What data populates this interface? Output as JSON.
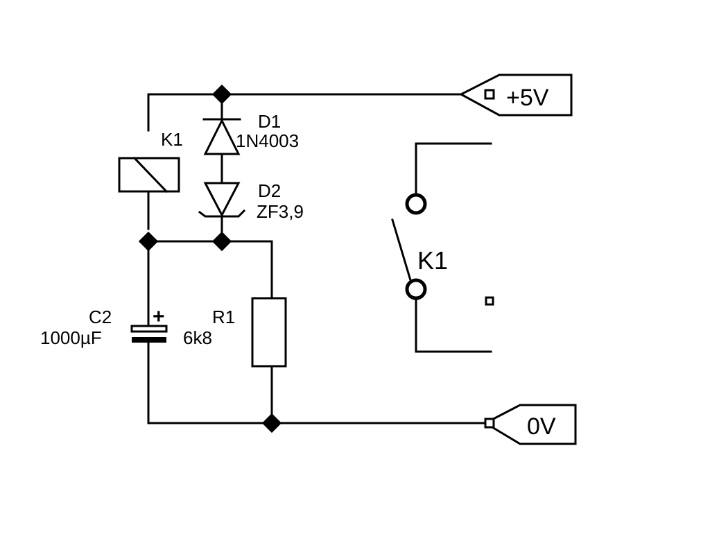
{
  "ports": {
    "vcc": {
      "label": "+5V"
    },
    "gnd": {
      "label": "0V"
    }
  },
  "components": {
    "relay_coil": {
      "ref": "K1"
    },
    "d1": {
      "ref": "D1",
      "value": "1N4003"
    },
    "d2": {
      "ref": "D2",
      "value": "ZF3,9"
    },
    "c2": {
      "ref": "C2",
      "value": "1000µF",
      "polarity": "+"
    },
    "r1": {
      "ref": "R1",
      "value": "6k8"
    },
    "relay_contact": {
      "ref": "K1"
    }
  }
}
